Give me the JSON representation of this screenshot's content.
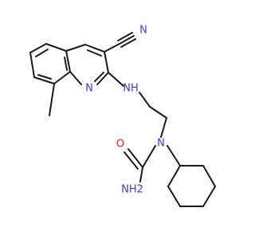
{
  "molecule": {
    "atoms": {
      "nitrile_n": {
        "text": "N",
        "color": "#3b3be0"
      },
      "ring_n": {
        "text": "N",
        "color": "#3b3be0"
      },
      "amine_nh": {
        "text": "NH",
        "color": "#3b3be0"
      },
      "urea_n": {
        "text": "N",
        "color": "#3b3be0"
      },
      "carbonyl_o": {
        "text": "O",
        "color": "#e02020"
      },
      "amide_nh2": {
        "text": "NH2",
        "color": "#3b3be0"
      }
    },
    "colors": {
      "bond": "#1a1a1a",
      "nitrogen": "#3b3be0",
      "oxygen": "#e02020"
    }
  }
}
